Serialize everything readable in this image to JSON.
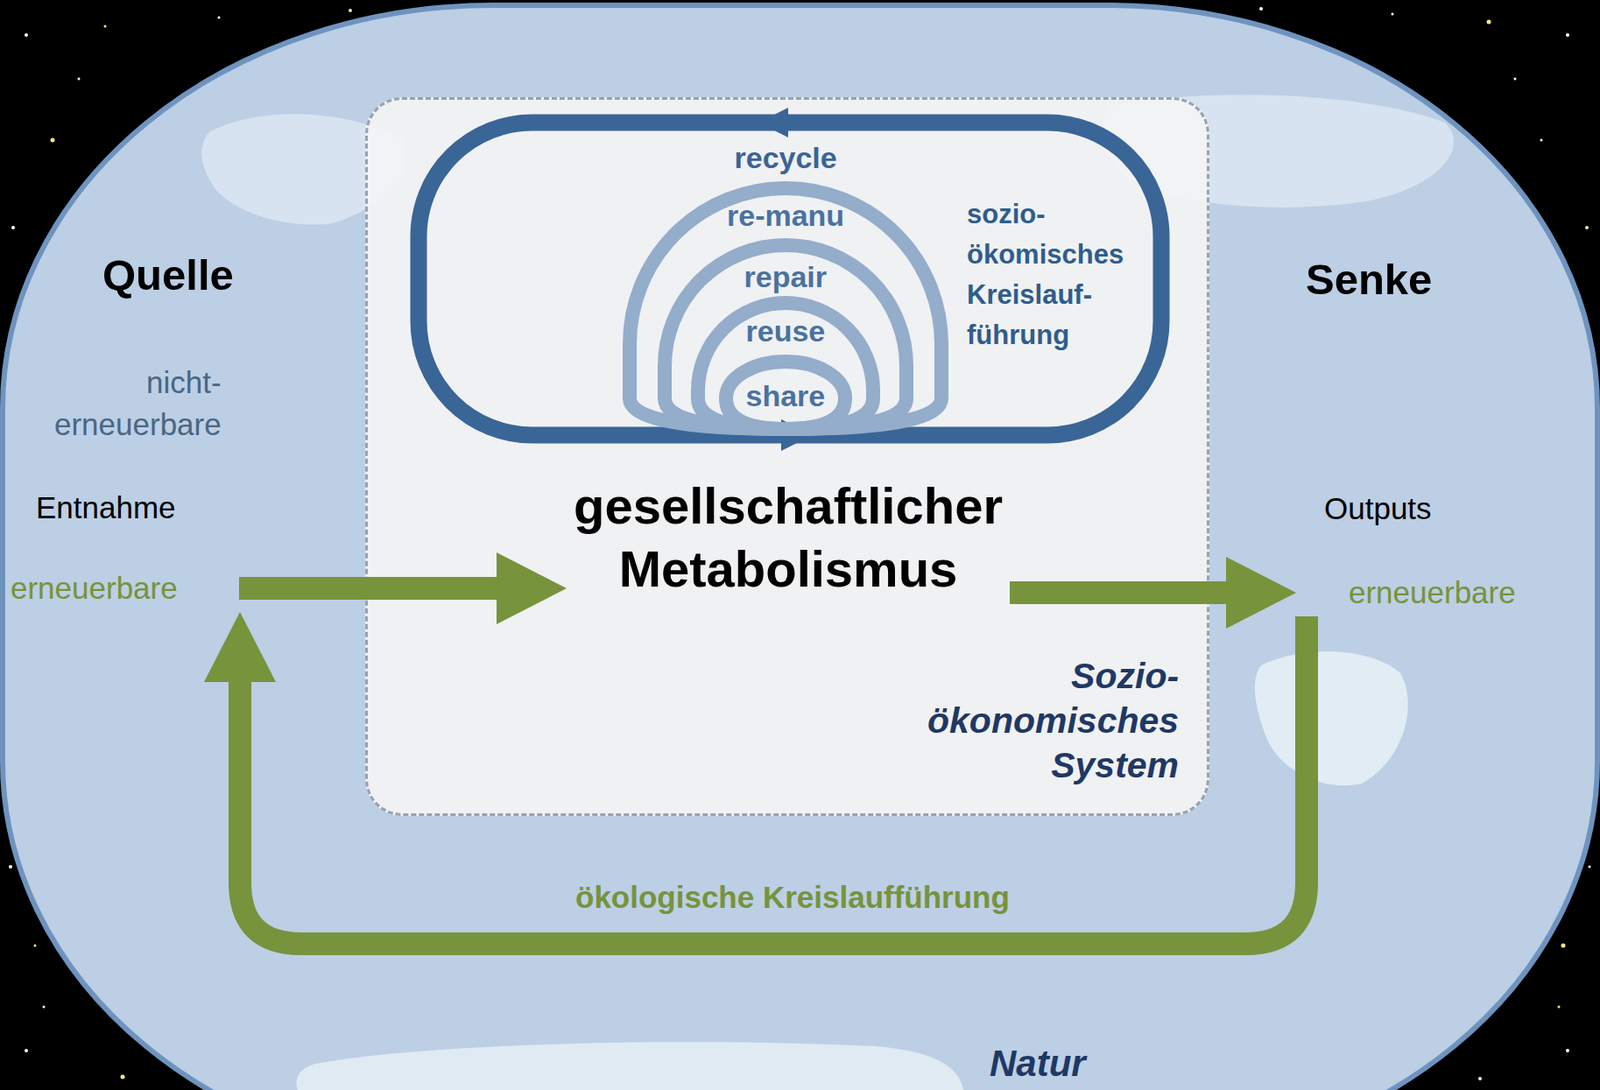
{
  "diagram": {
    "nodes": [
      {
        "text": [
          "Natur"
        ]
      },
      {
        "text": [
          "Quelle",
          "nicht- erneuerbare",
          "Entnahme",
          "erneuerbare"
        ],
        "in": 0
      },
      {
        "text": [
          "Sozio- ökonomisches System"
        ],
        "in": 0
      },
      {
        "text": [
          "gesellschaftlicher Metabolismus"
        ],
        "in": 2
      },
      {
        "text": [
          "Senke",
          "Outputs",
          "erneuerbare"
        ],
        "in": 0
      }
    ],
    "edges": [
      {
        "from": 1,
        "to": 3,
        "arrow": "to"
      },
      {
        "from": 3,
        "to": 4,
        "arrow": "to"
      },
      {
        "from": 4,
        "to": 1,
        "label": "ökologische Kreislaufführung",
        "arrow": "to"
      }
    ],
    "labels": [
      "recycle",
      "re-manu",
      "repair",
      "reuse",
      "share",
      "sozio- ökomisches Kreislauf- führung"
    ]
  }
}
